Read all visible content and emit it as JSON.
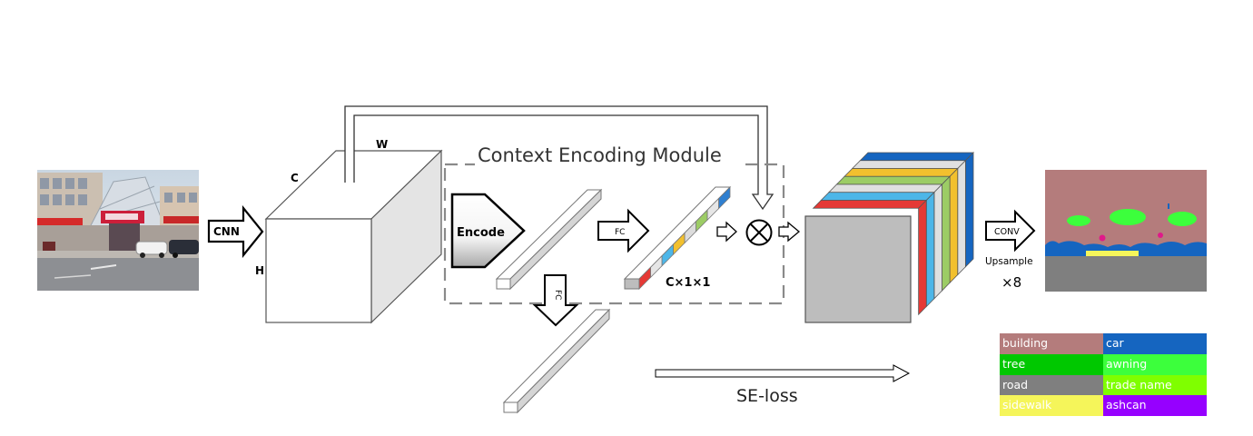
{
  "labels": {
    "cnn": "CNN",
    "dim_c": "C",
    "dim_w": "W",
    "dim_h": "H",
    "module_title": "Context Encoding Module",
    "encode": "Encode",
    "fc_main": "FC",
    "fc_branch": "FC",
    "vector_dims": "C×1×1",
    "conv": "CONV",
    "upsample": "Upsample",
    "scale": "×8",
    "se_loss": "SE-loss"
  },
  "icons": {
    "multiply": "circled-times-icon",
    "arrows": "hollow-arrow-icon"
  },
  "colors": {
    "vector_segments": [
      "#2f7fd0",
      "#e6e6e6",
      "#9ccc65",
      "#dcdcdc",
      "#f2c02e",
      "#4db6e8",
      "#e6e6e6",
      "#e53935"
    ],
    "feature_slices": [
      "#1565c0",
      "#e0e0e0",
      "#f2c02e",
      "#9ccc65",
      "#e0e0e0",
      "#4db6e8",
      "#e53935"
    ]
  },
  "legend": [
    {
      "label": "building",
      "color": "#b47c7c"
    },
    {
      "label": "car",
      "color": "#1565c0"
    },
    {
      "label": "tree",
      "color": "#00c800"
    },
    {
      "label": "awning",
      "color": "#3cff3c"
    },
    {
      "label": "road",
      "color": "#7f7f7f"
    },
    {
      "label": "trade name",
      "color": "#7fff00"
    },
    {
      "label": "sidewalk",
      "color": "#f5f55a"
    },
    {
      "label": "ashcan",
      "color": "#9600ff"
    }
  ]
}
